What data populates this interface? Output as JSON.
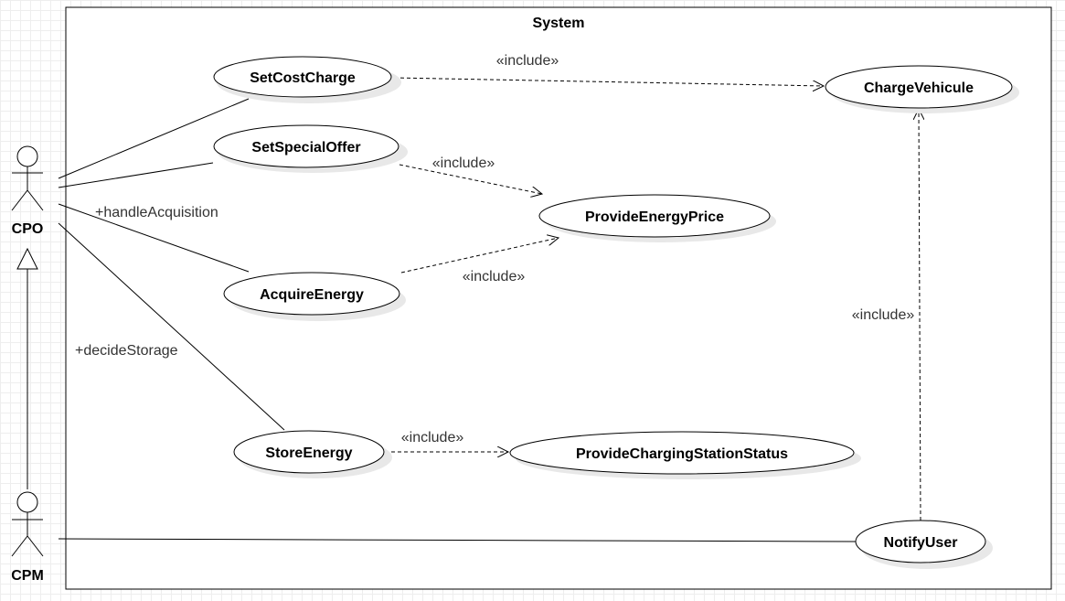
{
  "diagram": {
    "system_title": "System",
    "actors": {
      "cpo": "CPO",
      "cpm": "CPM"
    },
    "use_cases": {
      "set_cost_charge": "SetCostCharge",
      "set_special_offer": "SetSpecialOffer",
      "acquire_energy": "AcquireEnergy",
      "store_energy": "StoreEnergy",
      "charge_vehicule": "ChargeVehicule",
      "provide_energy_price": "ProvideEnergyPrice",
      "provide_charging_station_status": "ProvideChargingStationStatus",
      "notify_user": "NotifyUser"
    },
    "labels": {
      "include": "«include»",
      "handle_acquisition": "+handleAcquisition",
      "decide_storage": "+decideStorage"
    }
  }
}
